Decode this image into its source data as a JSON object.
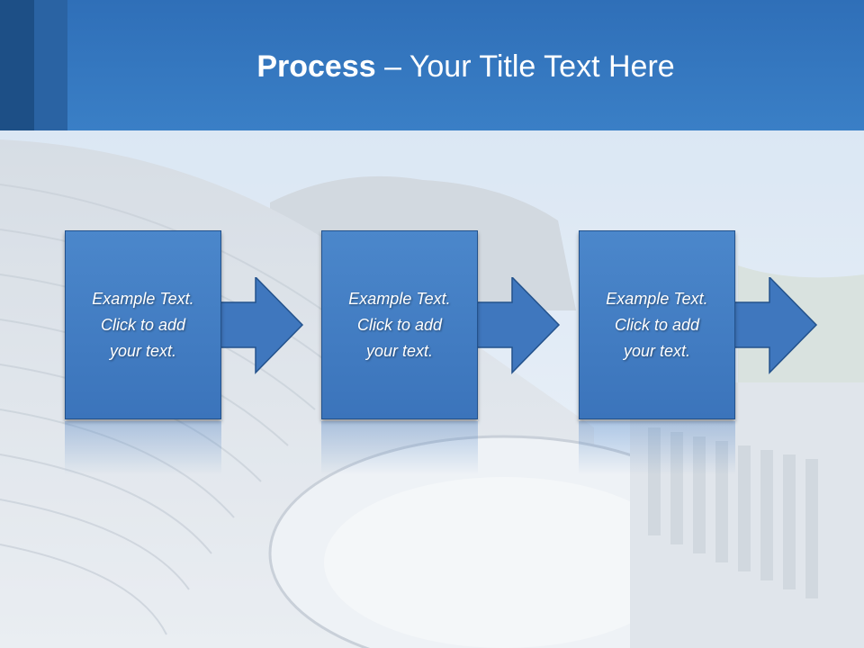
{
  "slide": {
    "title_bold": "Process",
    "title_rest": " – Your Title Text Here",
    "colors": {
      "header": "#3a7fc6",
      "box_fill": "#4179c0",
      "box_border": "#23528c"
    }
  },
  "steps": [
    {
      "text": "Example Text.\nClick  to add\nyour text.",
      "icon": "right-arrow-icon"
    },
    {
      "text": "Example Text.\nClick  to add\nyour text.",
      "icon": "right-arrow-icon"
    },
    {
      "text": "Example Text.\nClick  to add\nyour text.",
      "icon": "right-arrow-icon"
    }
  ]
}
